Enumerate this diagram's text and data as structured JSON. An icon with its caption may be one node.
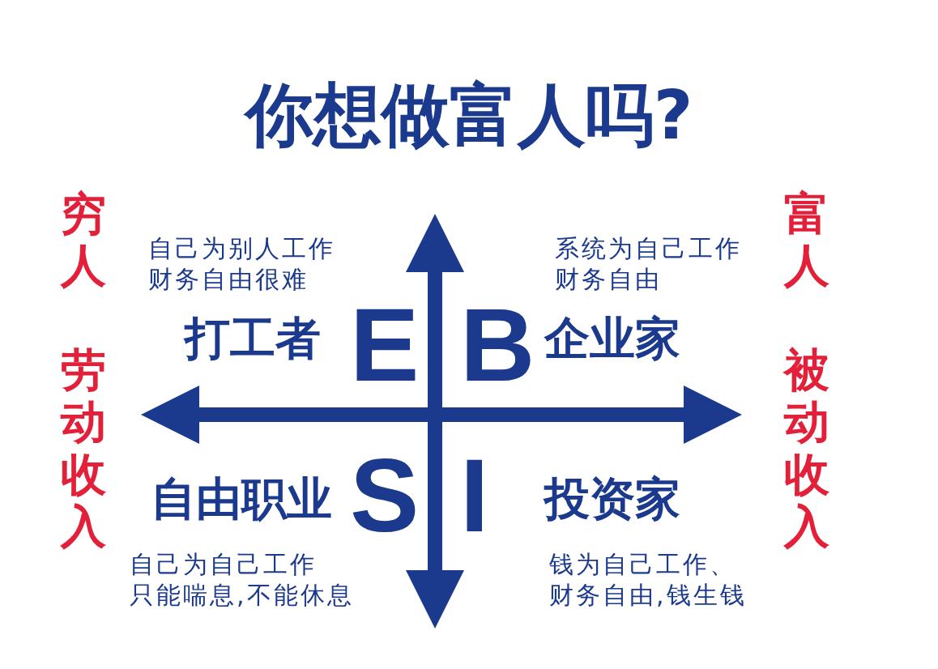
{
  "diagram": {
    "title": "你想做富人吗?",
    "labels": [
      "穷人",
      "富人",
      "自己为别人工作",
      "财务自由很难",
      "系统为自己工作",
      "财务自由",
      "打工者",
      "E",
      "B",
      "企业家",
      "劳动收入",
      "被动收入",
      "自由职业",
      "S",
      "I",
      "投资家",
      "自己为自己工作",
      "只能喘息,不能休息",
      "钱为自己工作、",
      "财务自由,钱生钱"
    ]
  }
}
